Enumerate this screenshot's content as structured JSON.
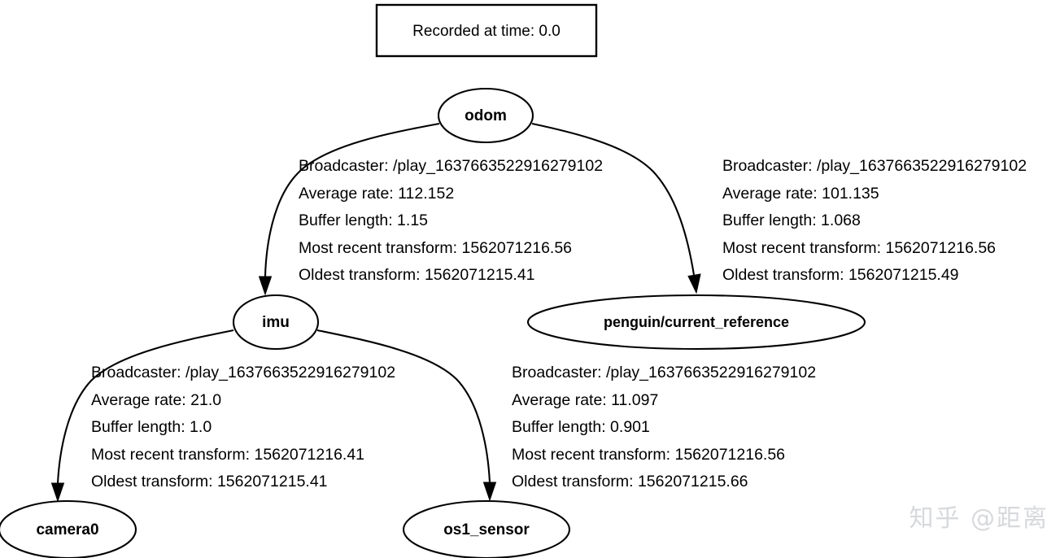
{
  "title_box": {
    "text": "Recorded at time: 0.0"
  },
  "nodes": [
    {
      "id": "odom",
      "label": "odom"
    },
    {
      "id": "imu",
      "label": "imu"
    },
    {
      "id": "penguin_current_reference",
      "label": "penguin/current_reference"
    },
    {
      "id": "camera0",
      "label": "camera0"
    },
    {
      "id": "os1_sensor",
      "label": "os1_sensor"
    }
  ],
  "edges": [
    {
      "id": "odom-to-imu",
      "from": "odom",
      "to": "imu",
      "lines": [
        "Broadcaster: /play_1637663522916279102",
        "Average rate: 112.152",
        "Buffer length: 1.15",
        "Most recent transform: 1562071216.56",
        "Oldest transform: 1562071215.41"
      ]
    },
    {
      "id": "odom-to-penguin",
      "from": "odom",
      "to": "penguin_current_reference",
      "lines": [
        "Broadcaster: /play_1637663522916279102",
        "Average rate: 101.135",
        "Buffer length: 1.068",
        "Most recent transform: 1562071216.56",
        "Oldest transform: 1562071215.49"
      ]
    },
    {
      "id": "imu-to-camera0",
      "from": "imu",
      "to": "camera0",
      "lines": [
        "Broadcaster: /play_1637663522916279102",
        "Average rate: 21.0",
        "Buffer length: 1.0",
        "Most recent transform: 1562071216.41",
        "Oldest transform: 1562071215.41"
      ]
    },
    {
      "id": "imu-to-os1_sensor",
      "from": "imu",
      "to": "os1_sensor",
      "lines": [
        "Broadcaster: /play_1637663522916279102",
        "Average rate: 11.097",
        "Buffer length: 0.901",
        "Most recent transform: 1562071216.56",
        "Oldest transform: 1562071215.66"
      ]
    }
  ],
  "watermark": {
    "text": "知乎 @距离"
  },
  "colors": {
    "background": "#ffffff",
    "stroke": "#000000",
    "text": "#000000",
    "watermark": "#d7d9dc"
  }
}
